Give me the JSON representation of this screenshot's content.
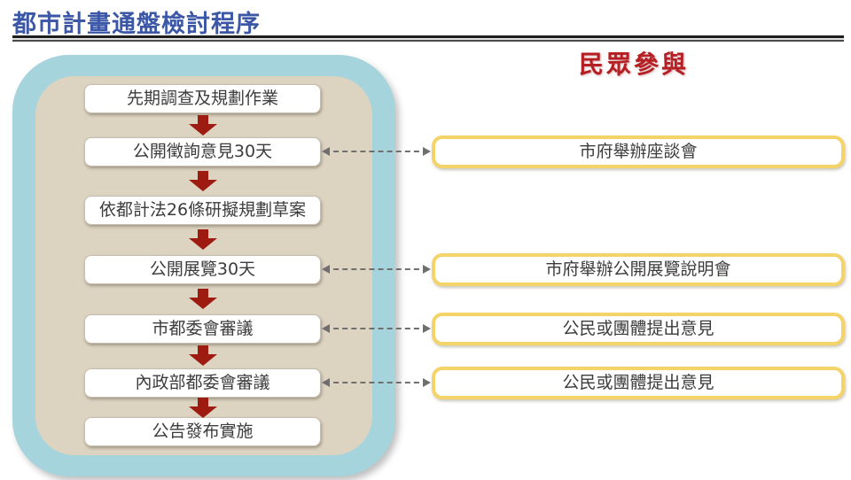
{
  "header": {
    "title": "都市計畫通盤檢討程序"
  },
  "participation": {
    "title": "民眾參與",
    "items": [
      {
        "label": "市府舉辦座談會"
      },
      {
        "label": "市府舉辦公開展覽說明會"
      },
      {
        "label": "公民或團體提出意見"
      },
      {
        "label": "公民或團體提出意見"
      }
    ]
  },
  "flow": {
    "steps": [
      {
        "label": "先期調查及規劃作業"
      },
      {
        "label": "公開徵詢意見30天"
      },
      {
        "label": "依都計法26條研擬規劃草案"
      },
      {
        "label": "公開展覽30天"
      },
      {
        "label": "市都委會審議"
      },
      {
        "label": "內政部都委會審議"
      },
      {
        "label": "公告發布實施"
      }
    ]
  },
  "connections": [
    {
      "from": "公開徵詢意見30天",
      "to": "市府舉辦座談會"
    },
    {
      "from": "公開展覽30天",
      "to": "市府舉辦公開展覽說明會"
    },
    {
      "from": "市都委會審議",
      "to": "公民或團體提出意見"
    },
    {
      "from": "內政部都委會審議",
      "to": "公民或團體提出意見"
    }
  ],
  "colors": {
    "title_blue": "#3b57a6",
    "heading_red": "#b51f23",
    "arrow_red": "#9e1b12",
    "container_teal": "#a6d4dc",
    "container_beige": "#ddd3c1",
    "highlight_yellow": "#f4d469",
    "connector_gray": "#6f6f6f"
  }
}
